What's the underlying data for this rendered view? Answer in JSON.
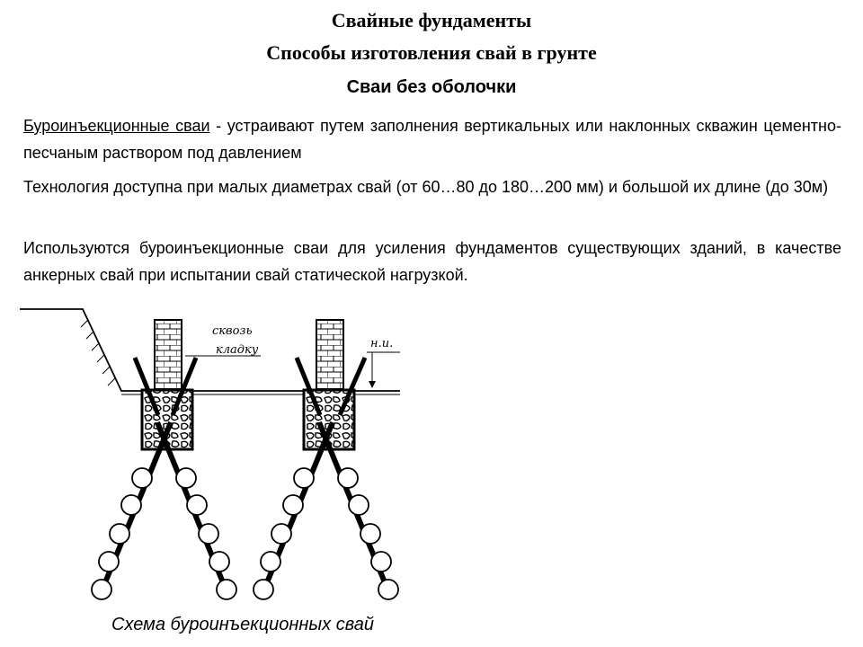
{
  "header": {
    "title": "Свайные фундаменты",
    "subtitle": "Способы изготовления свай в грунте",
    "section": "Сваи без оболочки"
  },
  "body": {
    "p1_term": "Буроинъекционные сваи",
    "p1_rest": " - устраивают путем заполнения вертикальных или наклонных скважин цементно-песчаным раствором под давлением",
    "p2": "Технология доступна при малых диаметрах свай (от 60…80 до 180…200 мм) и большой их длине (до 30м)",
    "p3": "Используются буроинъекционные сваи для усиления фундаментов существующих зданий, в качестве анкерных свай при испытании свай статической нагрузкой."
  },
  "figure": {
    "label_through": "сквозь",
    "label_masonry": "кладку",
    "label_level": "н.и.",
    "caption": "Схема буроинъекционных свай"
  }
}
